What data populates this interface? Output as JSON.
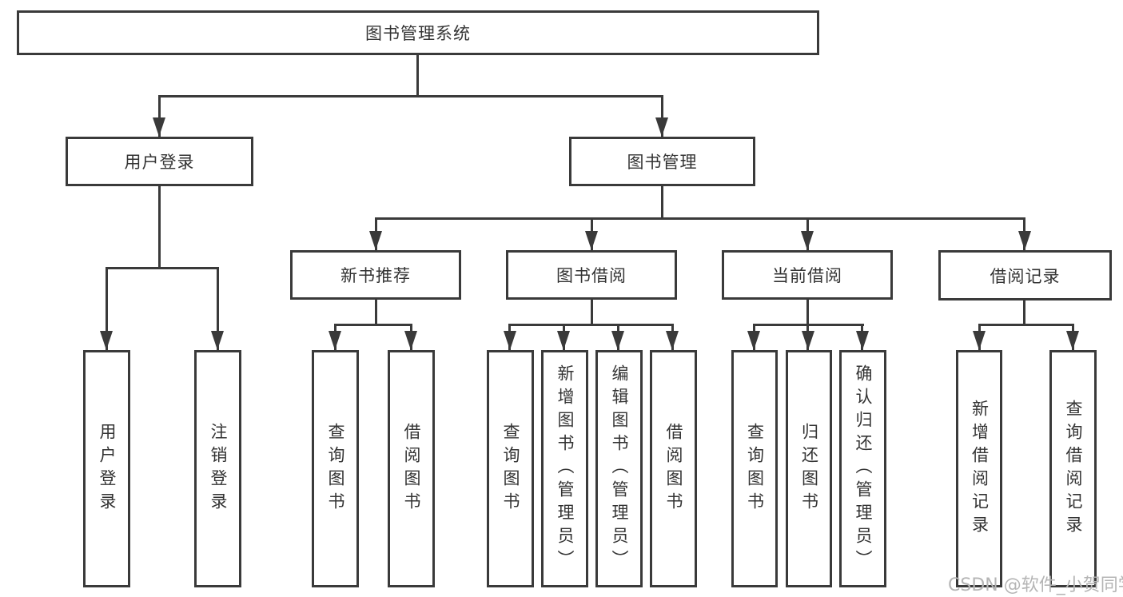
{
  "diagram": {
    "root": {
      "label": "图书管理系统"
    },
    "level2": [
      {
        "id": "user-login",
        "label": "用户登录"
      },
      {
        "id": "book-management",
        "label": "图书管理"
      }
    ],
    "level3": [
      {
        "id": "new-book-recommend",
        "label": "新书推荐"
      },
      {
        "id": "book-borrow",
        "label": "图书借阅"
      },
      {
        "id": "current-borrow",
        "label": "当前借阅"
      },
      {
        "id": "borrow-record",
        "label": "借阅记录"
      }
    ],
    "leaves": [
      {
        "parent": "user-login",
        "label": "用户登录"
      },
      {
        "parent": "user-login",
        "label": "注销登录"
      },
      {
        "parent": "new-book-recommend",
        "label": "查询图书"
      },
      {
        "parent": "new-book-recommend",
        "label": "借阅图书"
      },
      {
        "parent": "book-borrow",
        "label": "查询图书"
      },
      {
        "parent": "book-borrow",
        "label": "新增图书（管理员）"
      },
      {
        "parent": "book-borrow",
        "label": "编辑图书（管理员）"
      },
      {
        "parent": "book-borrow",
        "label": "借阅图书"
      },
      {
        "parent": "current-borrow",
        "label": "查询图书"
      },
      {
        "parent": "current-borrow",
        "label": "归还图书"
      },
      {
        "parent": "current-borrow",
        "label": "确认归还（管理员）"
      },
      {
        "parent": "borrow-record",
        "label": "新增借阅记录"
      },
      {
        "parent": "borrow-record",
        "label": "查询借阅记录"
      }
    ]
  },
  "watermark": {
    "text": "CSDN @软件_小贺同学"
  },
  "colors": {
    "line": "#3a3a3a",
    "text": "#333333",
    "watermark": "#b5b5b5",
    "background": "#ffffff"
  }
}
